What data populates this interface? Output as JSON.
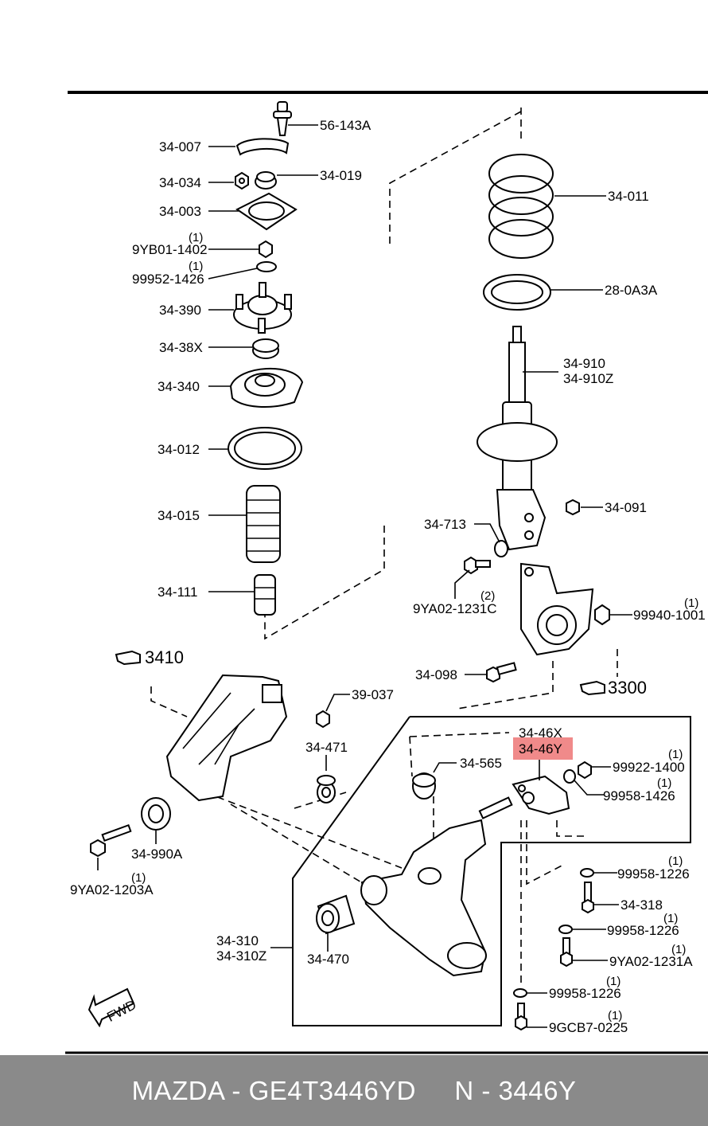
{
  "labels": {
    "p56_143A": "56-143A",
    "p34_007": "34-007",
    "p34_034": "34-034",
    "p34_019": "34-019",
    "p34_003": "34-003",
    "p9YB01_1402": "9YB01-1402",
    "q9YB01_1402": "(1)",
    "p99952_1426": "99952-1426",
    "q99952_1426": "(1)",
    "p34_390": "34-390",
    "p34_38X": "34-38X",
    "p34_340": "34-340",
    "p34_012": "34-012",
    "p34_015": "34-015",
    "p34_111": "34-111",
    "p34_011": "34-011",
    "p28_0A3A": "28-0A3A",
    "p34_910": "34-910",
    "p34_910Z": "34-910Z",
    "p34_091": "34-091",
    "p34_713": "34-713",
    "p9YA02_1231C": "9YA02-1231C",
    "q9YA02_1231C": "(2)",
    "p99940_1001": "99940-1001",
    "q99940_1001": "(1)",
    "p34_098": "34-098",
    "ref3410": "3410",
    "ref3300": "3300",
    "p39_037": "39-037",
    "p34_471": "34-471",
    "p34_990A": "34-990A",
    "p9YA02_1203A": "9YA02-1203A",
    "q9YA02_1203A": "(1)",
    "p34_46X": "34-46X",
    "p34_46Y": "34-46Y",
    "p34_565": "34-565",
    "p99922_1400": "99922-1400",
    "q99922_1400": "(1)",
    "p99958_1426": "99958-1426",
    "q99958_1426": "(1)",
    "p99958_1226a": "99958-1226",
    "q99958_1226a": "(1)",
    "p34_318": "34-318",
    "p99958_1226b": "99958-1226",
    "q99958_1226b": "(1)",
    "p9YA02_1231A": "9YA02-1231A",
    "q9YA02_1231A": "(1)",
    "p99958_1226c": "99958-1226",
    "q99958_1226c": "(1)",
    "p9GCB7_0225": "9GCB7-0225",
    "q9GCB7_0225": "(1)",
    "p34_310": "34-310",
    "p34_310Z": "34-310Z",
    "p34_470": "34-470",
    "fwd": "FWD"
  },
  "highlight_color": "#f08a8a",
  "footer": "MAZDA - GE4T3446YD     N - 3446Y"
}
